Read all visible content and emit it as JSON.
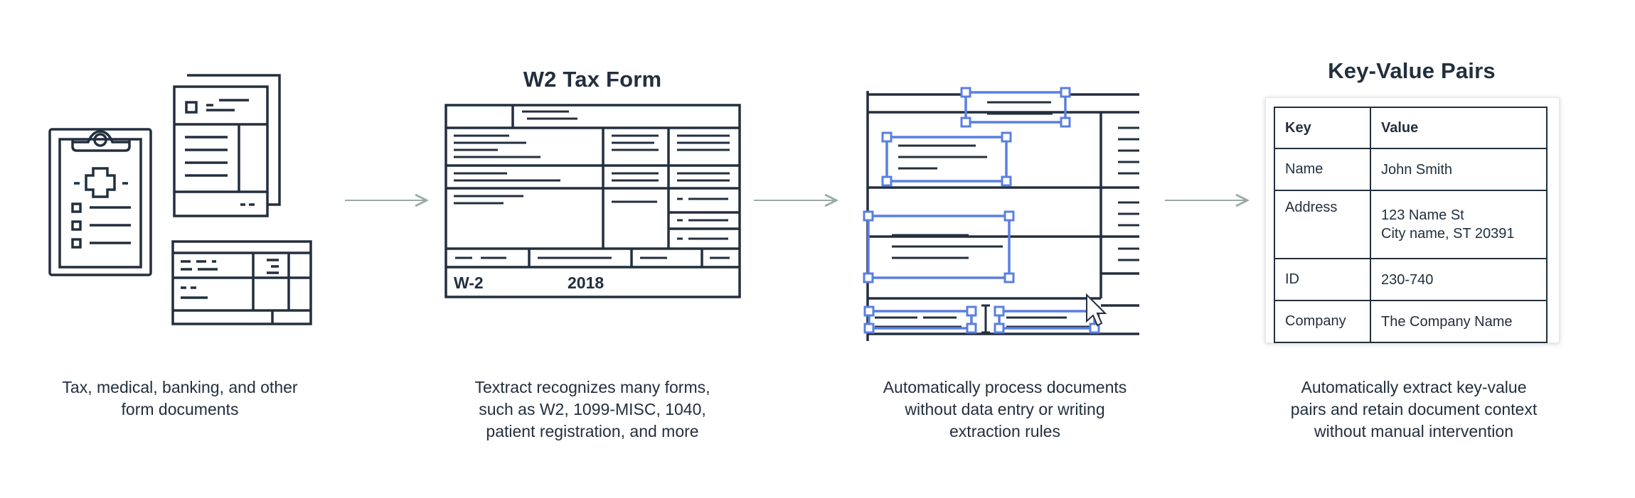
{
  "stages": [
    {
      "caption_lines": [
        "Tax, medical, banking, and other",
        "form documents"
      ]
    },
    {
      "heading": "W2 Tax Form",
      "form_label": "W-2",
      "form_year": "2018",
      "caption_lines": [
        "Textract recognizes many forms,",
        "such as W2, 1099-MISC, 1040,",
        "patient registration, and more"
      ]
    },
    {
      "caption_lines": [
        "Automatically process documents",
        "without data entry or writing",
        "extraction rules"
      ]
    },
    {
      "heading": "Key-Value Pairs",
      "table": {
        "headers": [
          "Key",
          "Value"
        ],
        "rows": [
          {
            "key": "Name",
            "value_lines": [
              "John Smith"
            ]
          },
          {
            "key": "Address",
            "value_lines": [
              "123 Name St",
              "City name, ST 20391"
            ]
          },
          {
            "key": "ID",
            "value_lines": [
              "230-740"
            ]
          },
          {
            "key": "Company",
            "value_lines": [
              "The Company Name"
            ]
          }
        ]
      },
      "caption_lines": [
        "Automatically extract key-value",
        "pairs and retain document context",
        "without manual intervention"
      ]
    }
  ],
  "colors": {
    "ink": "#232f3e",
    "highlight": "#5a7fe0",
    "arrow": "#9aaaa4"
  },
  "icons": [
    "clipboard-medical-icon",
    "stacked-forms-icon",
    "table-form-icon",
    "w2-form-icon",
    "highlighted-document-icon",
    "mouse-cursor-icon",
    "text-cursor-icon",
    "arrow-right-icon"
  ]
}
